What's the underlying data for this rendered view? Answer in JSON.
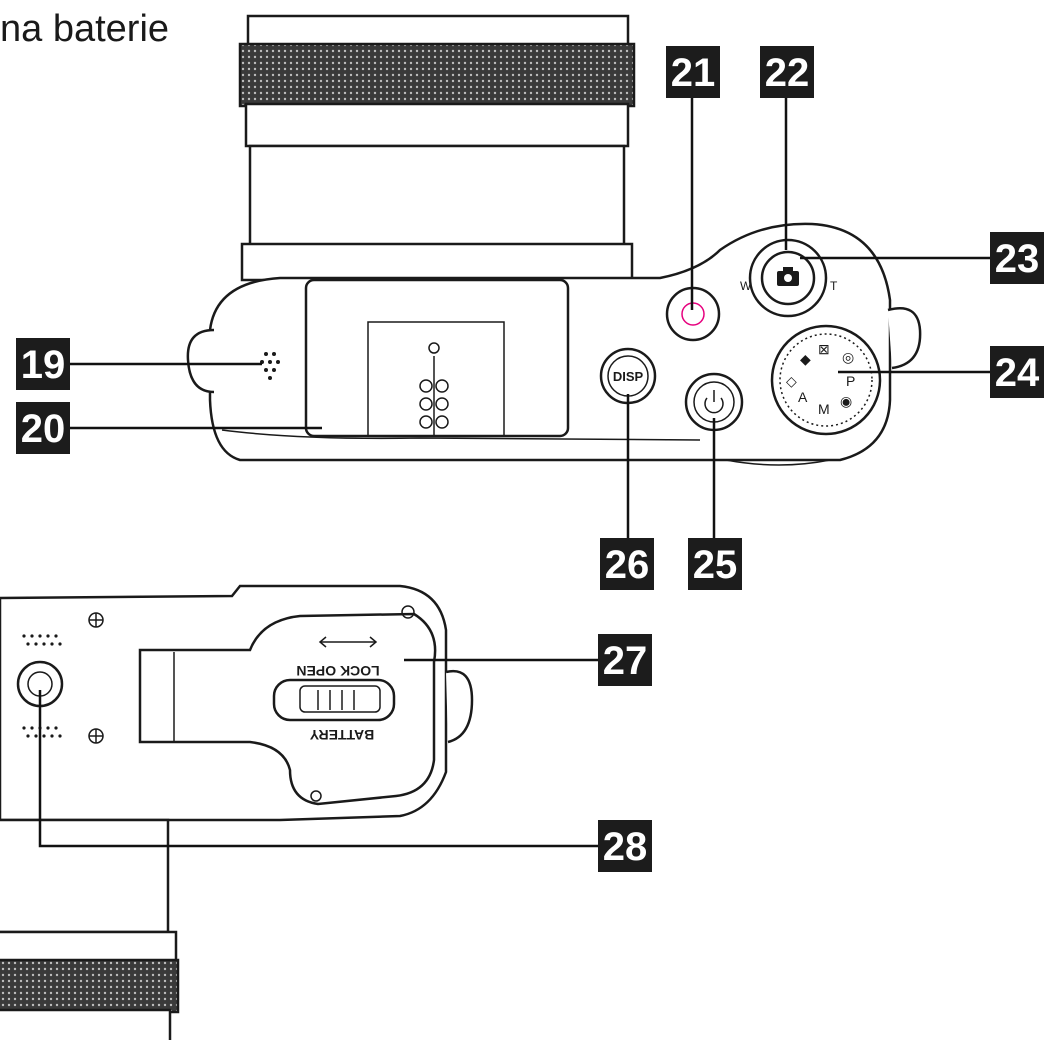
{
  "caption": "na baterie",
  "callouts": [
    {
      "id": "19",
      "label": "19"
    },
    {
      "id": "20",
      "label": "20"
    },
    {
      "id": "21",
      "label": "21"
    },
    {
      "id": "22",
      "label": "22"
    },
    {
      "id": "23",
      "label": "23"
    },
    {
      "id": "24",
      "label": "24"
    },
    {
      "id": "25",
      "label": "25"
    },
    {
      "id": "26",
      "label": "26"
    },
    {
      "id": "27",
      "label": "27"
    },
    {
      "id": "28",
      "label": "28"
    }
  ],
  "top_view": {
    "zoom_wide": "W",
    "zoom_tele": "T",
    "disp_label": "DISP"
  },
  "bottom_view": {
    "lock_open": "LOCK OPEN",
    "battery": "BATTERY"
  },
  "colors": {
    "ink": "#1a1a1a",
    "tag": "#1c1c1c",
    "shutter_ring": "#e6007e"
  }
}
